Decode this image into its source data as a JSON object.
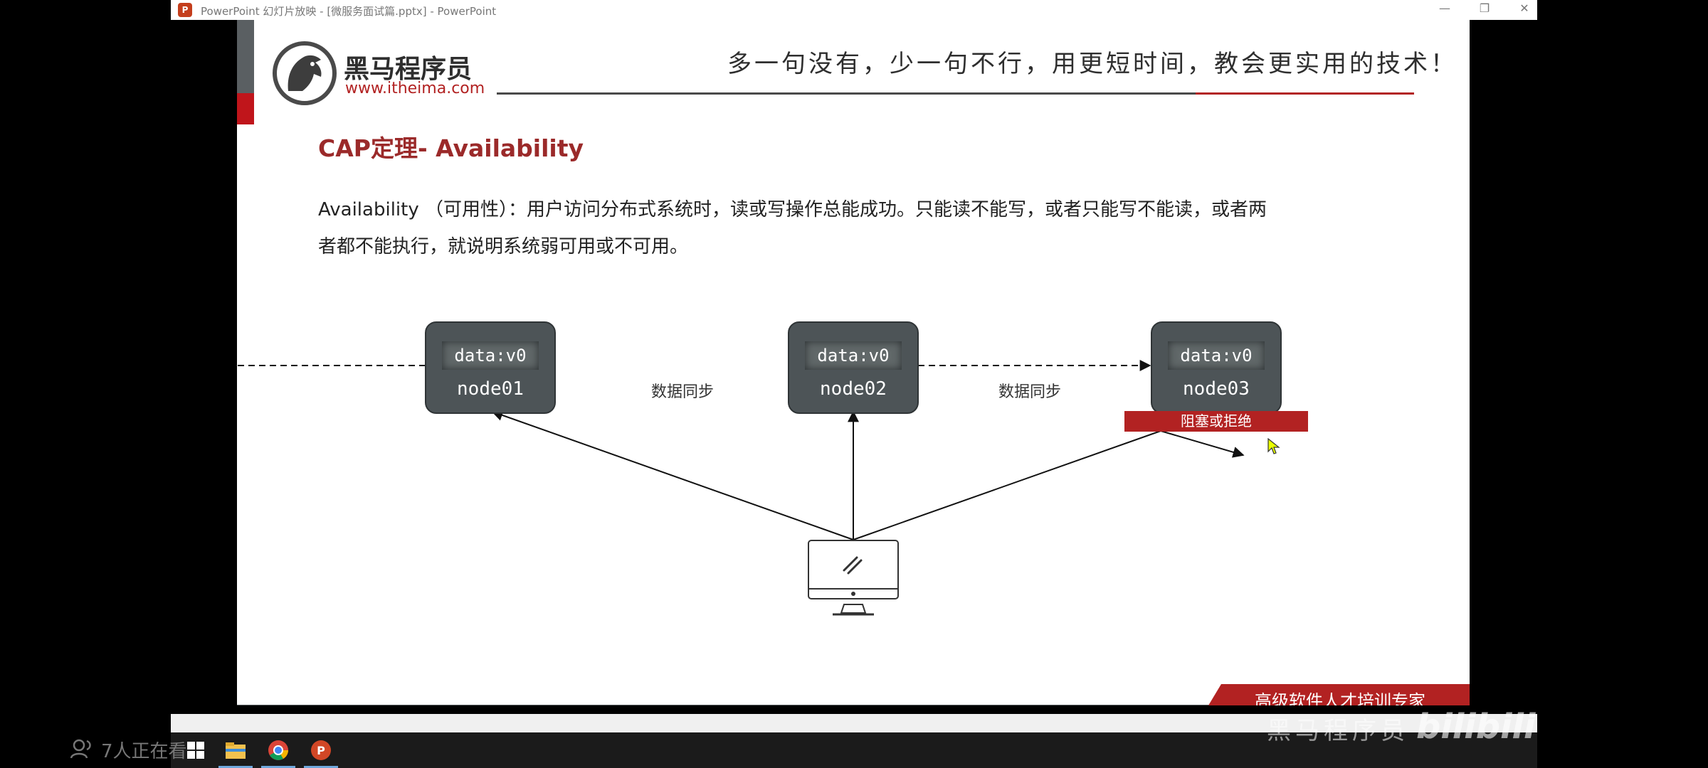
{
  "window": {
    "title": "PowerPoint 幻灯片放映 - [微服务面试篇.pptx] - PowerPoint"
  },
  "header": {
    "brand_name": "黑马程序员",
    "brand_url": "www.itheima.com",
    "slogan": "多一句没有，少一句不行，用更短时间，教会更实用的技术！"
  },
  "slide": {
    "title": "CAP定理- Availability",
    "body_line1": "Availability （可用性）：用户访问分布式系统时，读或写操作总能成功。只能读不能写，或者只能写不能读，或者两",
    "body_line2": "者都不能执行，就说明系统弱可用或不可用。",
    "nodes": [
      {
        "data": "data:v0",
        "name": "node01"
      },
      {
        "data": "data:v0",
        "name": "node02"
      },
      {
        "data": "data:v0",
        "name": "node03"
      }
    ],
    "sync_label_1": "数据同步",
    "sync_label_2": "数据同步",
    "blocked_label": "阻塞或拒绝",
    "footer_tagline": "高级软件人才培训专家"
  },
  "overlay": {
    "viewers": "7人正在看",
    "watermark": "黑马程序员",
    "bili": "bilibili"
  },
  "colors": {
    "accent_red": "#9b2a2a",
    "node_gray": "#4d5457",
    "badge_red": "#b22222"
  }
}
